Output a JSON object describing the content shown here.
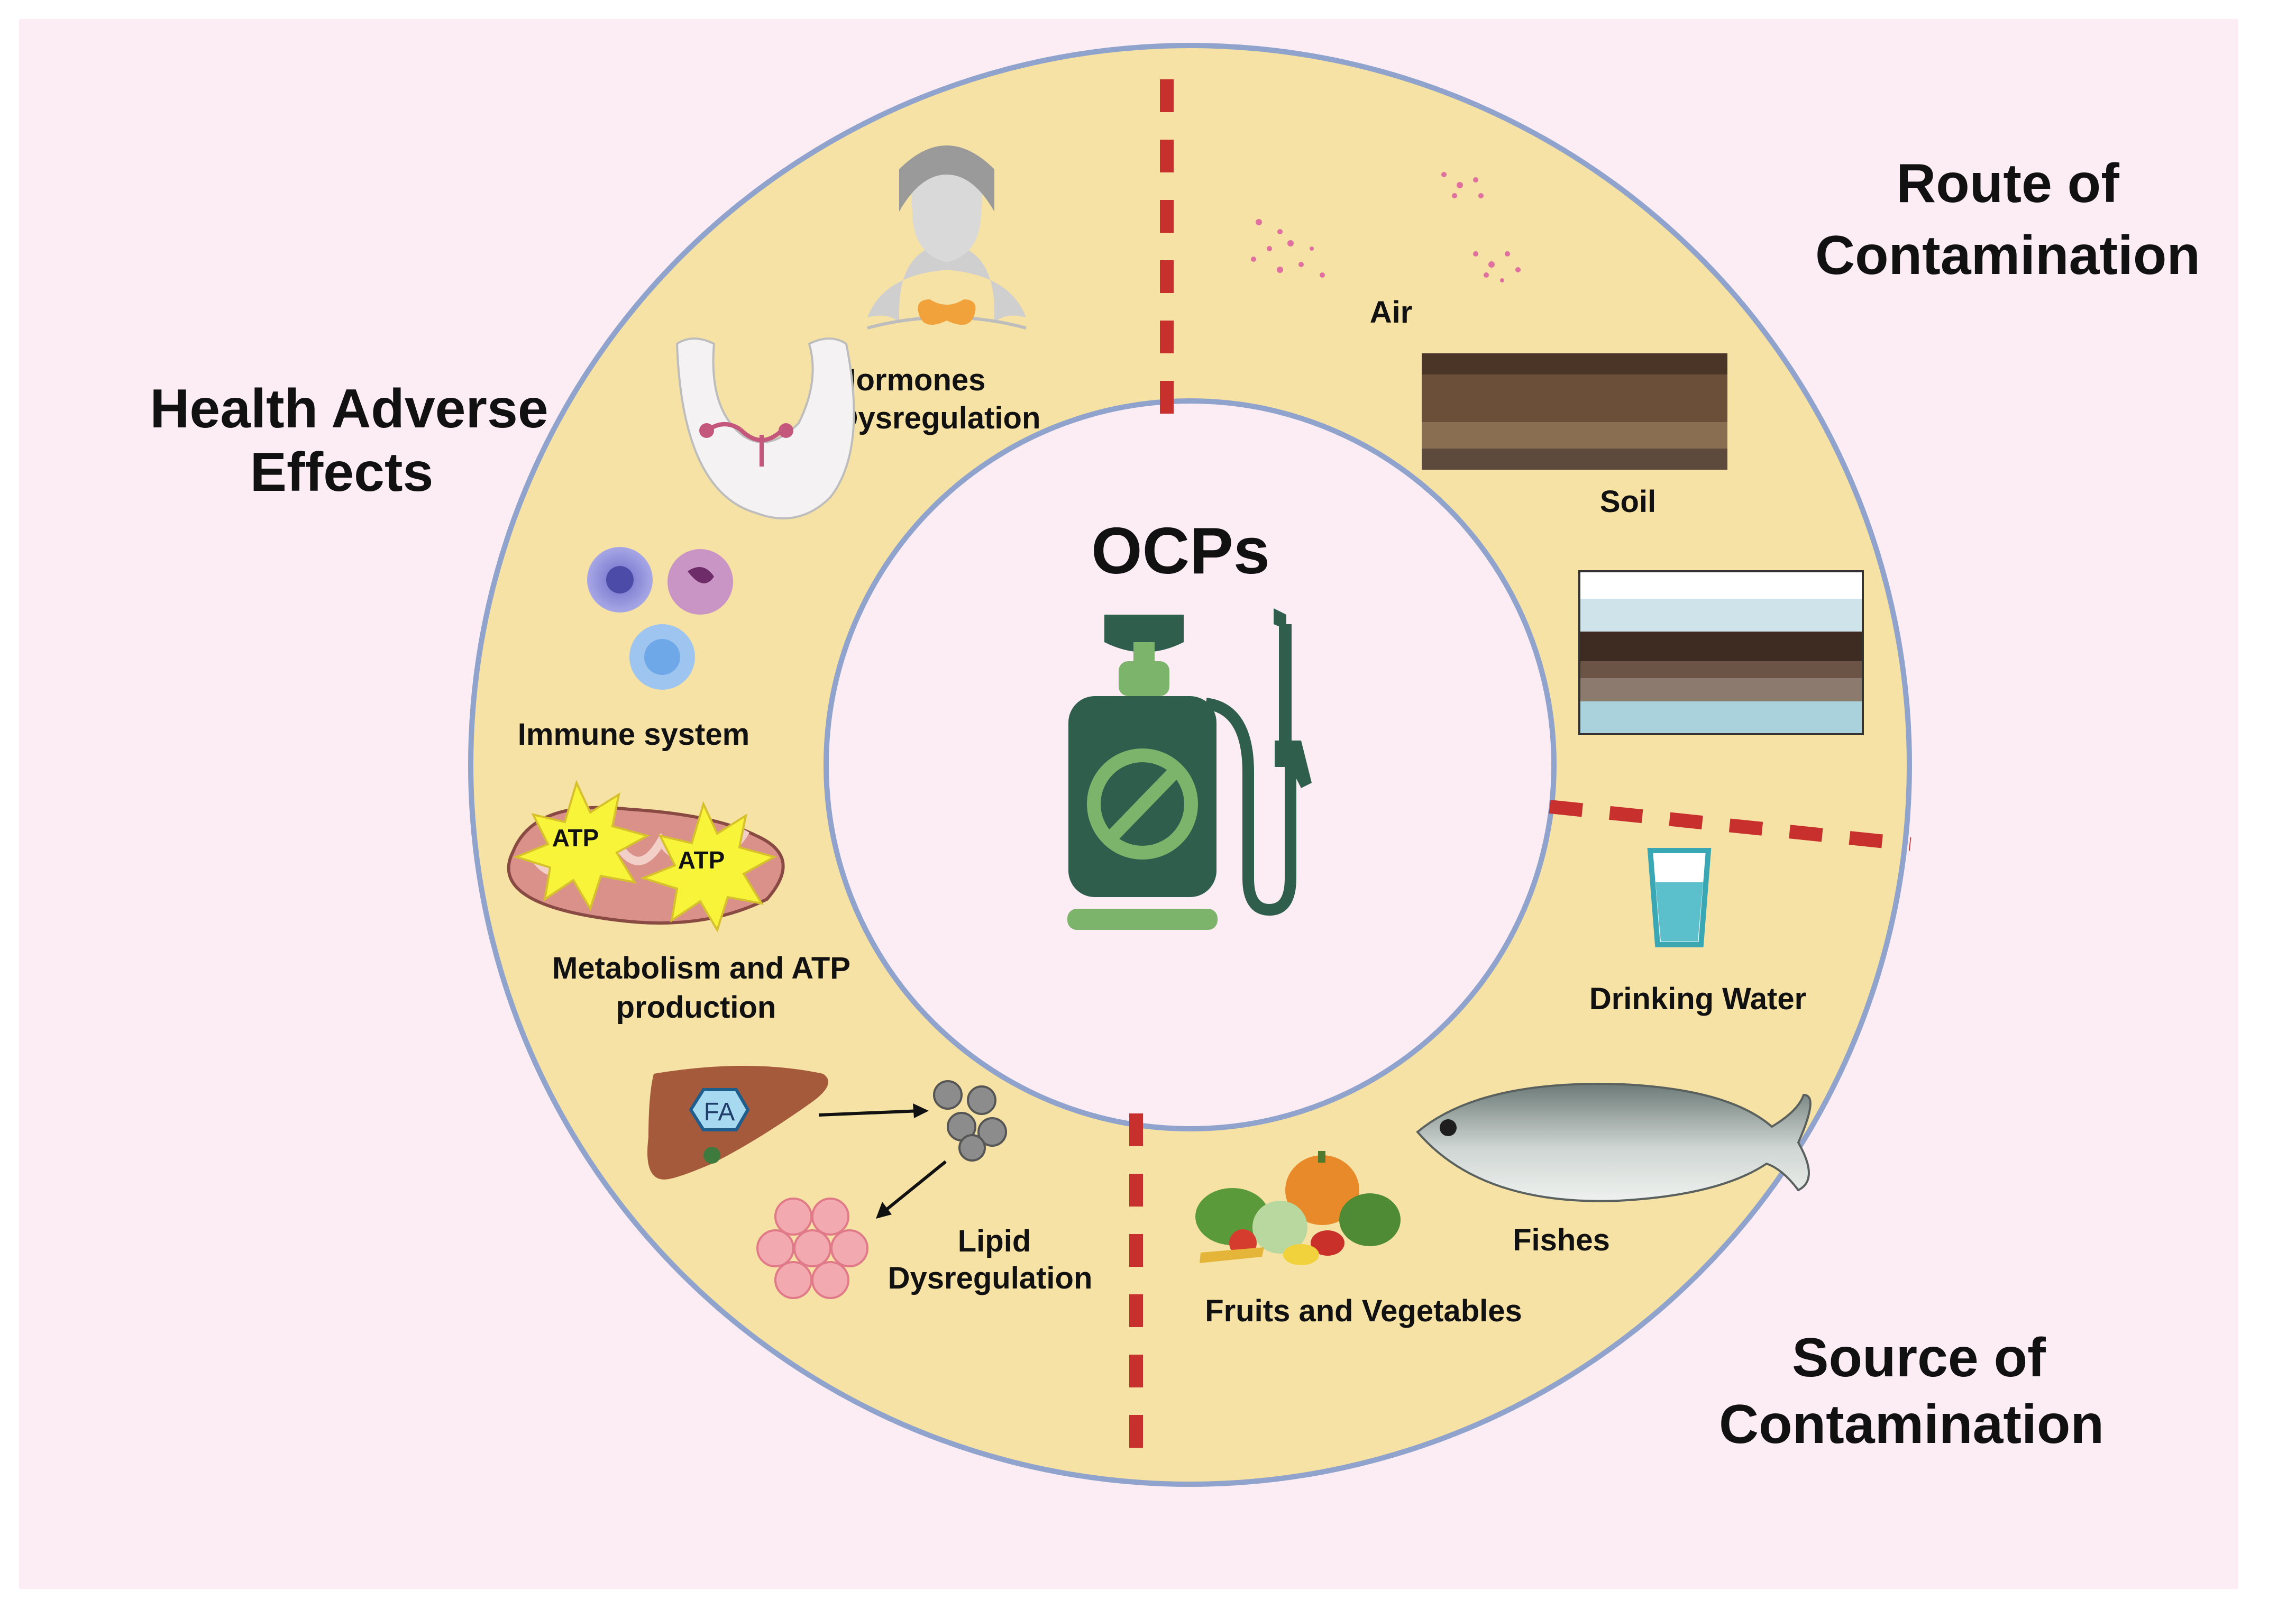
{
  "center": {
    "title": "OCPs",
    "icon": "sprayer-icon"
  },
  "sections": {
    "route": {
      "title_lines": [
        "Route of",
        "Contamination"
      ]
    },
    "source": {
      "title_lines": [
        "Source of",
        "Contamination"
      ]
    },
    "health": {
      "title_lines": [
        "Health Adverse",
        "Effects"
      ]
    }
  },
  "items": {
    "air": "Air",
    "soil": "Soil",
    "drinking_water": "Drinking Water",
    "fishes": "Fishes",
    "fruits_veg": "Fruits and Vegetables",
    "hormones": [
      "Hormones",
      "Dysregulation"
    ],
    "immune": "Immune system",
    "metabolism": [
      "Metabolism and ATP",
      "production"
    ],
    "lipid": [
      "Lipid",
      "Dysregulation"
    ],
    "atp_badge": "ATP",
    "fa_badge": "FA"
  },
  "colors": {
    "background": "#fcecf4",
    "ring_fill": "#f6e2a4",
    "ring_border": "#8fa3cc",
    "divider": "#c8302e",
    "sprayer": "#2f5e4c",
    "sprayer_accent": "#7db46c"
  }
}
